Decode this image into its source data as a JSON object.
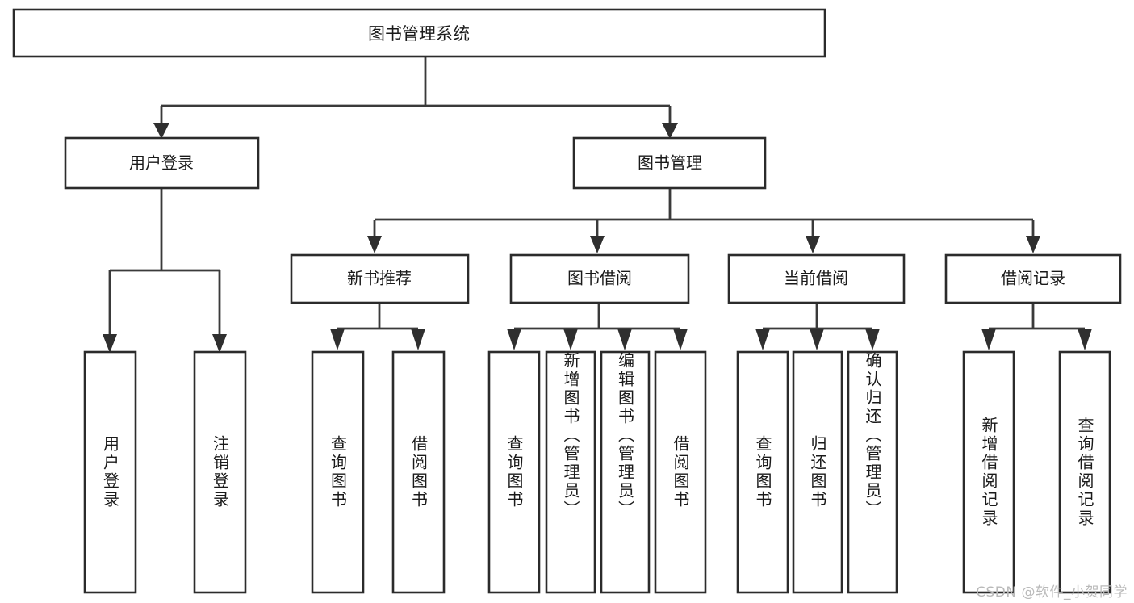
{
  "diagram": {
    "kind": "tree-hierarchy-chart",
    "root": {
      "id": "root",
      "label": "图书管理系统"
    },
    "level2": [
      {
        "id": "user-login",
        "label": "用户登录"
      },
      {
        "id": "book-manage",
        "label": "图书管理"
      }
    ],
    "level3": [
      {
        "id": "new-book-recommend",
        "label": "新书推荐"
      },
      {
        "id": "book-borrow",
        "label": "图书借阅"
      },
      {
        "id": "current-borrow",
        "label": "当前借阅"
      },
      {
        "id": "borrow-record",
        "label": "借阅记录"
      }
    ],
    "leaves": {
      "user_login": [
        {
          "id": "leaf-user-login",
          "label": "用户登录"
        },
        {
          "id": "leaf-logout-login",
          "label": "注销登录"
        }
      ],
      "new_book_recommend": [
        {
          "id": "leaf-query-book-1",
          "label": "查询图书"
        },
        {
          "id": "leaf-borrow-book-1",
          "label": "借阅图书"
        }
      ],
      "book_borrow": [
        {
          "id": "leaf-query-book-2",
          "label": "查询图书"
        },
        {
          "id": "leaf-add-book",
          "label": "新增图书（管理员）"
        },
        {
          "id": "leaf-edit-book",
          "label": "编辑图书（管理员）"
        },
        {
          "id": "leaf-borrow-book-2",
          "label": "借阅图书"
        }
      ],
      "current_borrow": [
        {
          "id": "leaf-query-book-3",
          "label": "查询图书"
        },
        {
          "id": "leaf-return-book",
          "label": "归还图书"
        },
        {
          "id": "leaf-confirm-return",
          "label": "确认归还（管理员）"
        }
      ],
      "borrow_record": [
        {
          "id": "leaf-add-record",
          "label": "新增借阅记录"
        },
        {
          "id": "leaf-query-record",
          "label": "查询借阅记录"
        }
      ]
    }
  },
  "watermark": {
    "text": "CSDN @软件_小贺同学"
  },
  "colors": {
    "box_stroke": "#2b2b2b",
    "connector": "#3a3a3a",
    "arrow": "#2f2f2f",
    "text": "#1a1a1a",
    "background": "#ffffff",
    "watermark": "#b9b9b9"
  }
}
